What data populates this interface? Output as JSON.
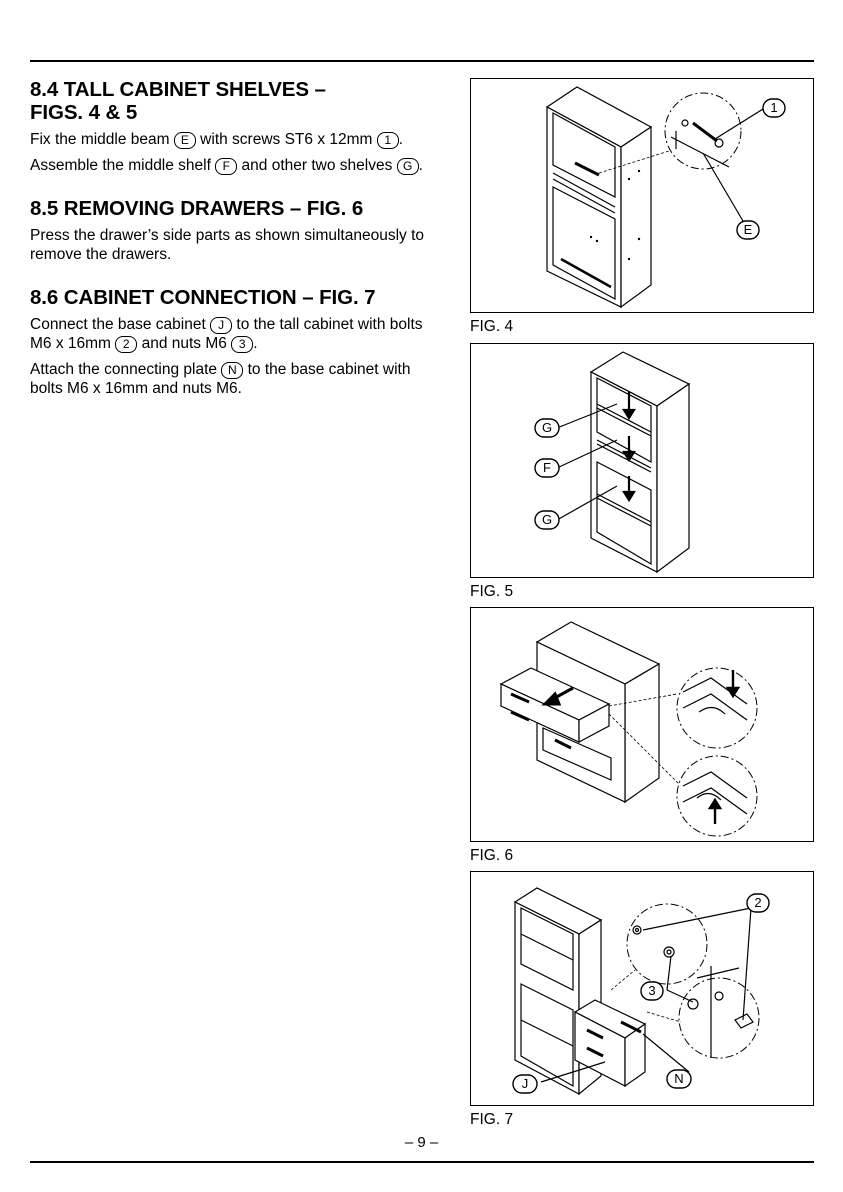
{
  "sections": [
    {
      "heading_line1": "8.4 TALL CABINET SHELVES –",
      "heading_line2": "FIGS. 4 & 5",
      "p1": {
        "a": "Fix the middle beam ",
        "m1": "E",
        "b": " with screws ST6 x 12mm ",
        "m2": "1",
        "c": "."
      },
      "p2": {
        "a": "Assemble the middle shelf ",
        "m1": "F",
        "b": " and other two shelves ",
        "m2": "G",
        "c": "."
      }
    },
    {
      "heading": "8.5 REMOVING DRAWERS – FIG. 6",
      "p1": "Press the drawer’s side parts as shown simultaneously to remove the drawers."
    },
    {
      "heading": "8.6 CABINET CONNECTION – FIG. 7",
      "p1": {
        "a": "Connect the base cabinet ",
        "m1": "J",
        "b": " to the tall cabinet with bolts M6 x 16mm ",
        "m2": "2",
        "c": " and nuts M6 ",
        "m3": "3",
        "d": "."
      },
      "p2": {
        "a": "Attach the connecting plate ",
        "m1": "N",
        "b": " to the base cabinet with bolts M6 x 16mm and nuts M6."
      }
    }
  ],
  "figures": {
    "fig4": {
      "caption": "FIG. 4",
      "callouts": [
        "1",
        "E"
      ]
    },
    "fig5": {
      "caption": "FIG. 5",
      "callouts": [
        "G",
        "F",
        "G"
      ]
    },
    "fig6": {
      "caption": "FIG. 6"
    },
    "fig7": {
      "caption": "FIG. 7",
      "callouts": [
        "2",
        "3",
        "N",
        "J"
      ]
    }
  },
  "page_number": "– 9 –"
}
